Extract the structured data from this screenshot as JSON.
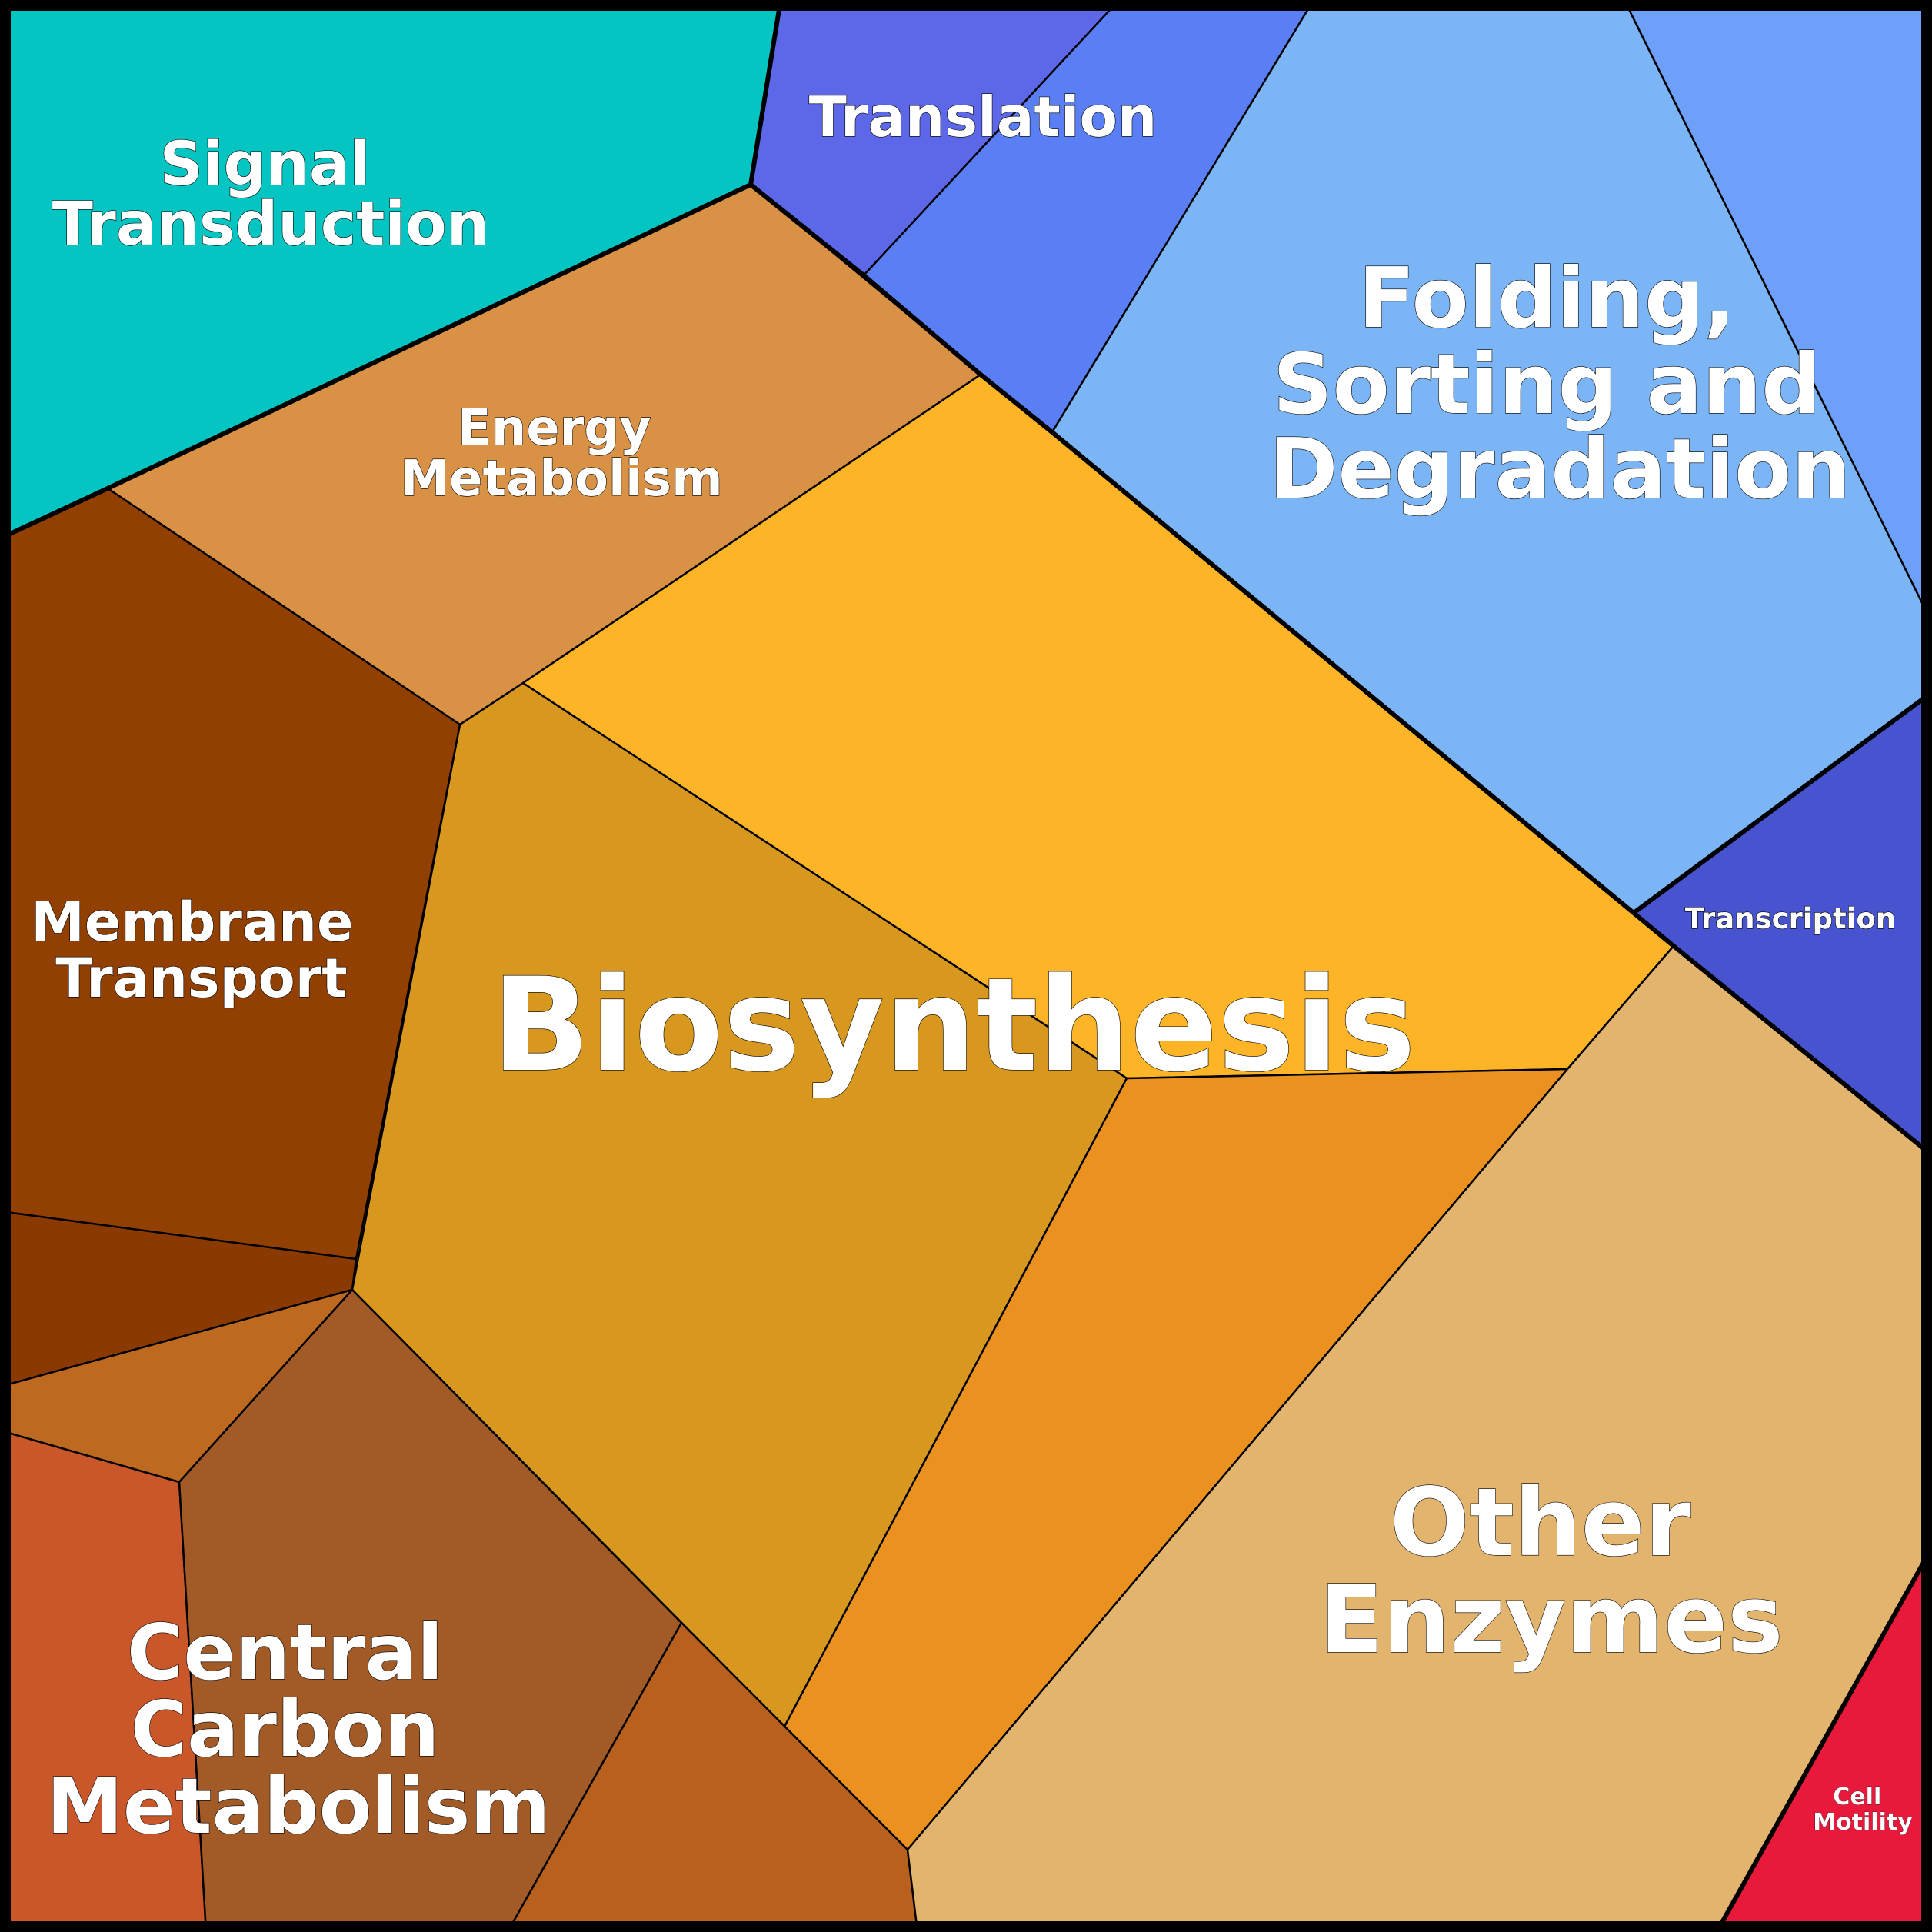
{
  "labels": {
    "signal_transduction": [
      "Signal",
      "Transduction"
    ],
    "translation": [
      "Translation"
    ],
    "energy_metabolism": [
      "Energy",
      "Metabolism"
    ],
    "folding_sorting_degradation": [
      "Folding,",
      "Sorting and",
      "Degradation"
    ],
    "membrane_transport": [
      "Membrane",
      "Transport"
    ],
    "biosynthesis": [
      "Biosynthesis"
    ],
    "transcription": [
      "Transcription"
    ],
    "central_carbon_metabolism": [
      "Central",
      "Carbon",
      "Metabolism"
    ],
    "other_enzymes": [
      "Other",
      "Enzymes"
    ],
    "cell_motility": [
      "Cell",
      "Motility"
    ]
  },
  "colors": {
    "signal_transduction": "#05C5C3",
    "translation_a": "#5C68E8",
    "translation_b": "#5A7FF5",
    "folding_main": "#7CB5F6",
    "folding_side": "#6EA0FA",
    "transcription": "#4854CF",
    "energy_metabolism": "#D99145",
    "biosynthesis_a": "#FDB527",
    "biosynthesis_b": "#D8981F",
    "biosynthesis_c": "#EA911F",
    "membrane_transport_a": "#923F02",
    "membrane_transport_b": "#8A3A00",
    "central_carbon_a": "#BE6920",
    "central_carbon_b": "#C9572A",
    "central_carbon_c": "#A25A26",
    "central_carbon_d": "#B8601E",
    "other_enzymes": "#E2B46E",
    "cell_motility": "#E8193A"
  }
}
